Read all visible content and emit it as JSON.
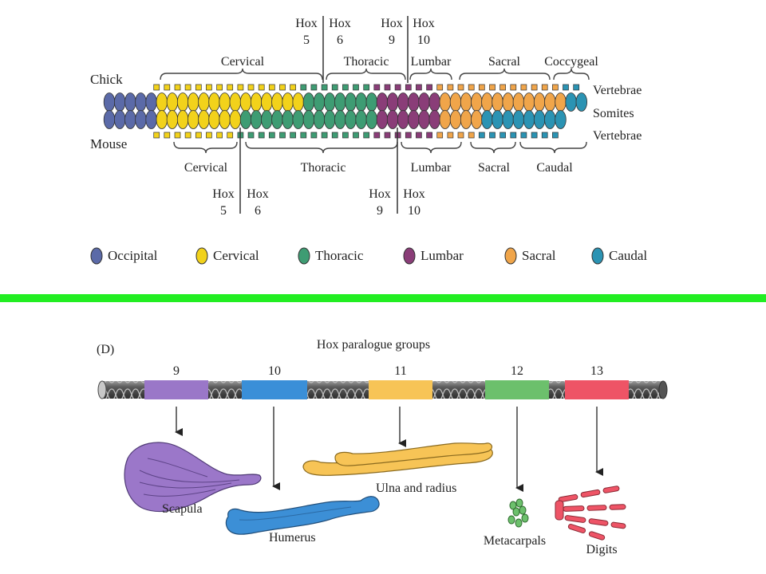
{
  "chick": {
    "label": "Chick",
    "regions": [
      "Cervical",
      "Thoracic",
      "Lumbar",
      "Sacral",
      "Coccygeal"
    ],
    "hox_markers": [
      {
        "top": "Hox",
        "num": "5",
        "right": "Hox",
        "rnum": "6"
      },
      {
        "top": "Hox",
        "num": "9",
        "right": "Hox",
        "rnum": "10"
      }
    ],
    "somite_colors": [
      "occipital",
      "occipital",
      "occipital",
      "occipital",
      "occipital",
      "cervical",
      "cervical",
      "cervical",
      "cervical",
      "cervical",
      "cervical",
      "cervical",
      "cervical",
      "cervical",
      "cervical",
      "cervical",
      "cervical",
      "cervical",
      "cervical",
      "thoracic",
      "thoracic",
      "thoracic",
      "thoracic",
      "thoracic",
      "thoracic",
      "thoracic",
      "lumbar",
      "lumbar",
      "lumbar",
      "lumbar",
      "lumbar",
      "lumbar",
      "sacral",
      "sacral",
      "sacral",
      "sacral",
      "sacral",
      "sacral",
      "sacral",
      "sacral",
      "sacral",
      "sacral",
      "sacral",
      "sacral",
      "caudal",
      "caudal"
    ]
  },
  "mouse": {
    "label": "Mouse",
    "regions": [
      "Cervical",
      "Thoracic",
      "Lumbar",
      "Sacral",
      "Caudal"
    ],
    "hox_markers": [
      {
        "top": "Hox",
        "num": "5",
        "right": "Hox",
        "rnum": "6"
      },
      {
        "top": "Hox",
        "num": "9",
        "right": "Hox",
        "rnum": "10"
      }
    ],
    "somite_colors": [
      "occipital",
      "occipital",
      "occipital",
      "occipital",
      "occipital",
      "cervical",
      "cervical",
      "cervical",
      "cervical",
      "cervical",
      "cervical",
      "cervical",
      "cervical",
      "thoracic",
      "thoracic",
      "thoracic",
      "thoracic",
      "thoracic",
      "thoracic",
      "thoracic",
      "thoracic",
      "thoracic",
      "thoracic",
      "thoracic",
      "thoracic",
      "thoracic",
      "lumbar",
      "lumbar",
      "lumbar",
      "lumbar",
      "lumbar",
      "lumbar",
      "sacral",
      "sacral",
      "sacral",
      "sacral",
      "caudal",
      "caudal",
      "caudal",
      "caudal",
      "caudal",
      "caudal",
      "caudal",
      "caudal"
    ]
  },
  "side_labels": [
    "Vertebrae",
    "Somites",
    "Vertebrae"
  ],
  "legend": [
    {
      "name": "Occipital",
      "color": "#5b6aa8"
    },
    {
      "name": "Cervical",
      "color": "#f2d21b"
    },
    {
      "name": "Thoracic",
      "color": "#3e9c73"
    },
    {
      "name": "Lumbar",
      "color": "#8a3d78"
    },
    {
      "name": "Sacral",
      "color": "#f0a54a"
    },
    {
      "name": "Caudal",
      "color": "#2b93b3"
    }
  ],
  "divider_color": "#22ee22",
  "panel_d": {
    "label": "(D)",
    "title": "Hox paralogue groups",
    "groups": [
      {
        "num": "9",
        "color": "#9a77c8",
        "bone": "Scapula"
      },
      {
        "num": "10",
        "color": "#3a8fd8",
        "bone": "Humerus"
      },
      {
        "num": "11",
        "color": "#f7c456",
        "bone": "Ulna and radius"
      },
      {
        "num": "12",
        "color": "#6cc06c",
        "bone": "Metacarpals"
      },
      {
        "num": "13",
        "color": "#ee5466",
        "bone": "Digits"
      }
    ]
  }
}
